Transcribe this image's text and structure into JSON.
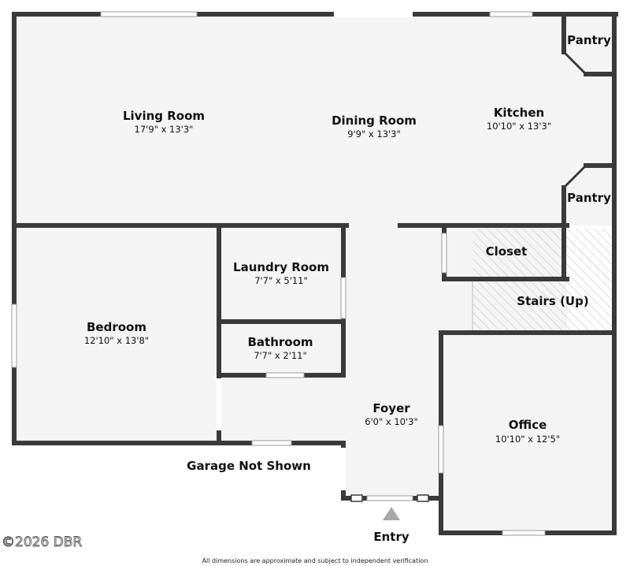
{
  "rooms": {
    "living_room": {
      "name": "Living Room",
      "dims": "17'9\" x 13'3\""
    },
    "dining_room": {
      "name": "Dining Room",
      "dims": "9'9\" x 13'3\""
    },
    "kitchen": {
      "name": "Kitchen",
      "dims": "10'10\" x 13'3\""
    },
    "pantry_top": {
      "name": "Pantry"
    },
    "pantry_bottom": {
      "name": "Pantry"
    },
    "closet": {
      "name": "Closet"
    },
    "stairs": {
      "name": "Stairs (Up)"
    },
    "laundry_room": {
      "name": "Laundry Room",
      "dims": "7'7\" x 5'11\""
    },
    "bedroom": {
      "name": "Bedroom",
      "dims": "12'10\" x 13'8\""
    },
    "bathroom": {
      "name": "Bathroom",
      "dims": "7'7\" x 2'11\""
    },
    "foyer": {
      "name": "Foyer",
      "dims": "6'0\" x 10'3\""
    },
    "office": {
      "name": "Office",
      "dims": "10'10\" x 12'5\""
    }
  },
  "labels": {
    "garage_note": "Garage Not Shown",
    "entry": "Entry",
    "watermark": "©2026 DBR",
    "disclaimer": "All dimensions are approximate and subject to independent verification"
  },
  "colors": {
    "wall": "#3a3a3a",
    "floor": "#f4f4f4",
    "stairs_hatch": "#bdbdbd",
    "entry_arrow": "#a8a8a8"
  }
}
